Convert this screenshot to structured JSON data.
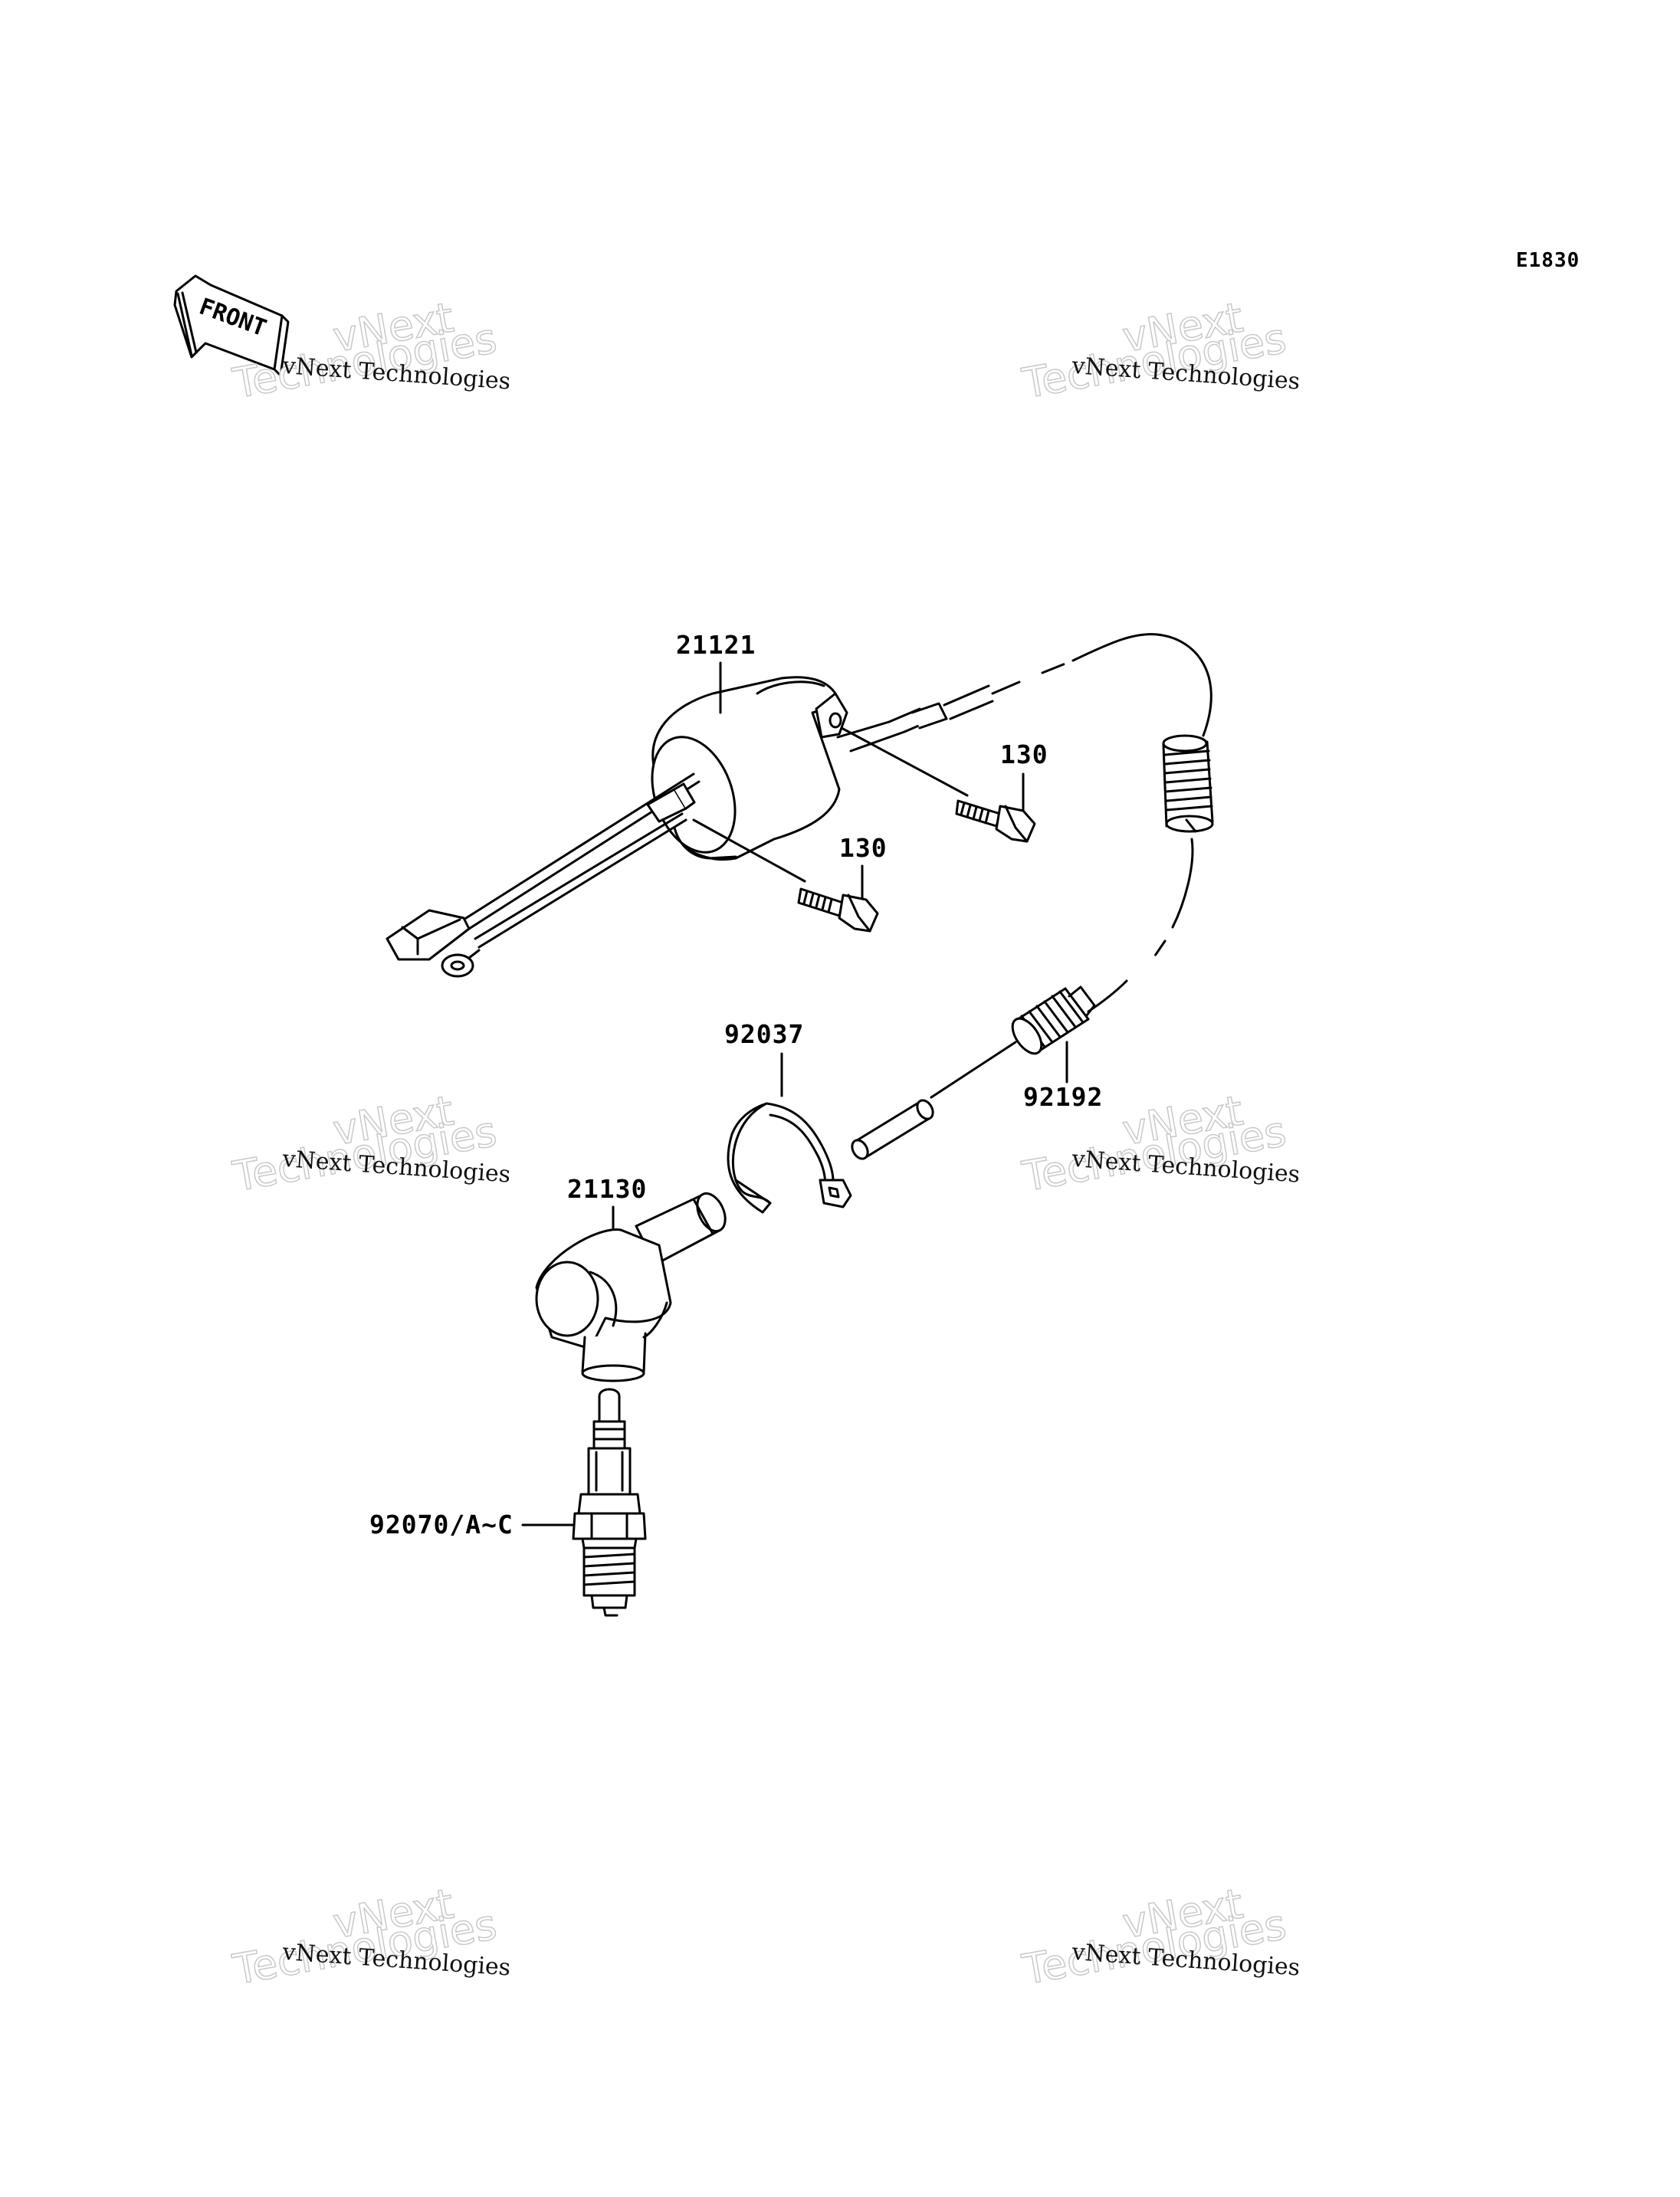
{
  "diagram_code": "E1830",
  "front_label": "FRONT",
  "parts": {
    "ignition_coil": "21121",
    "bolt_upper": "130",
    "bolt_lower": "130",
    "clamp": "92037",
    "spring": "92192",
    "plug_cap": "21130",
    "spark_plug": "92070/A~C"
  },
  "watermark": {
    "line_small": "vNext Technologies",
    "line_big1": "vNext",
    "line_big2": "Technologies"
  },
  "colors": {
    "line": "#000000",
    "watermark": "#c9c9c9"
  }
}
